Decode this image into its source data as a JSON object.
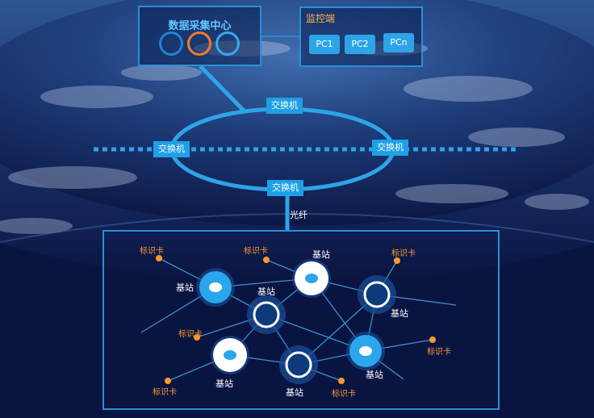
{
  "center": {
    "title": "数据采集中心",
    "ring_colors": [
      "#1f84d0",
      "#f07b2a",
      "#36a9ec"
    ]
  },
  "monitor": {
    "title": "监控端",
    "pcs": [
      "PC1",
      "PC2",
      "PCn"
    ]
  },
  "switches": {
    "top": "交换机",
    "left": "交换机",
    "right": "交换机",
    "bottom": "交换机"
  },
  "fiber_label": "光纤",
  "base_station_label": "基站",
  "id_card_label": "标识卡",
  "colors": {
    "accent_blue": "#2a8fd8",
    "switch_blue": "#1ea0e6",
    "orange": "#ff9a2a",
    "background": "#0a1440"
  }
}
